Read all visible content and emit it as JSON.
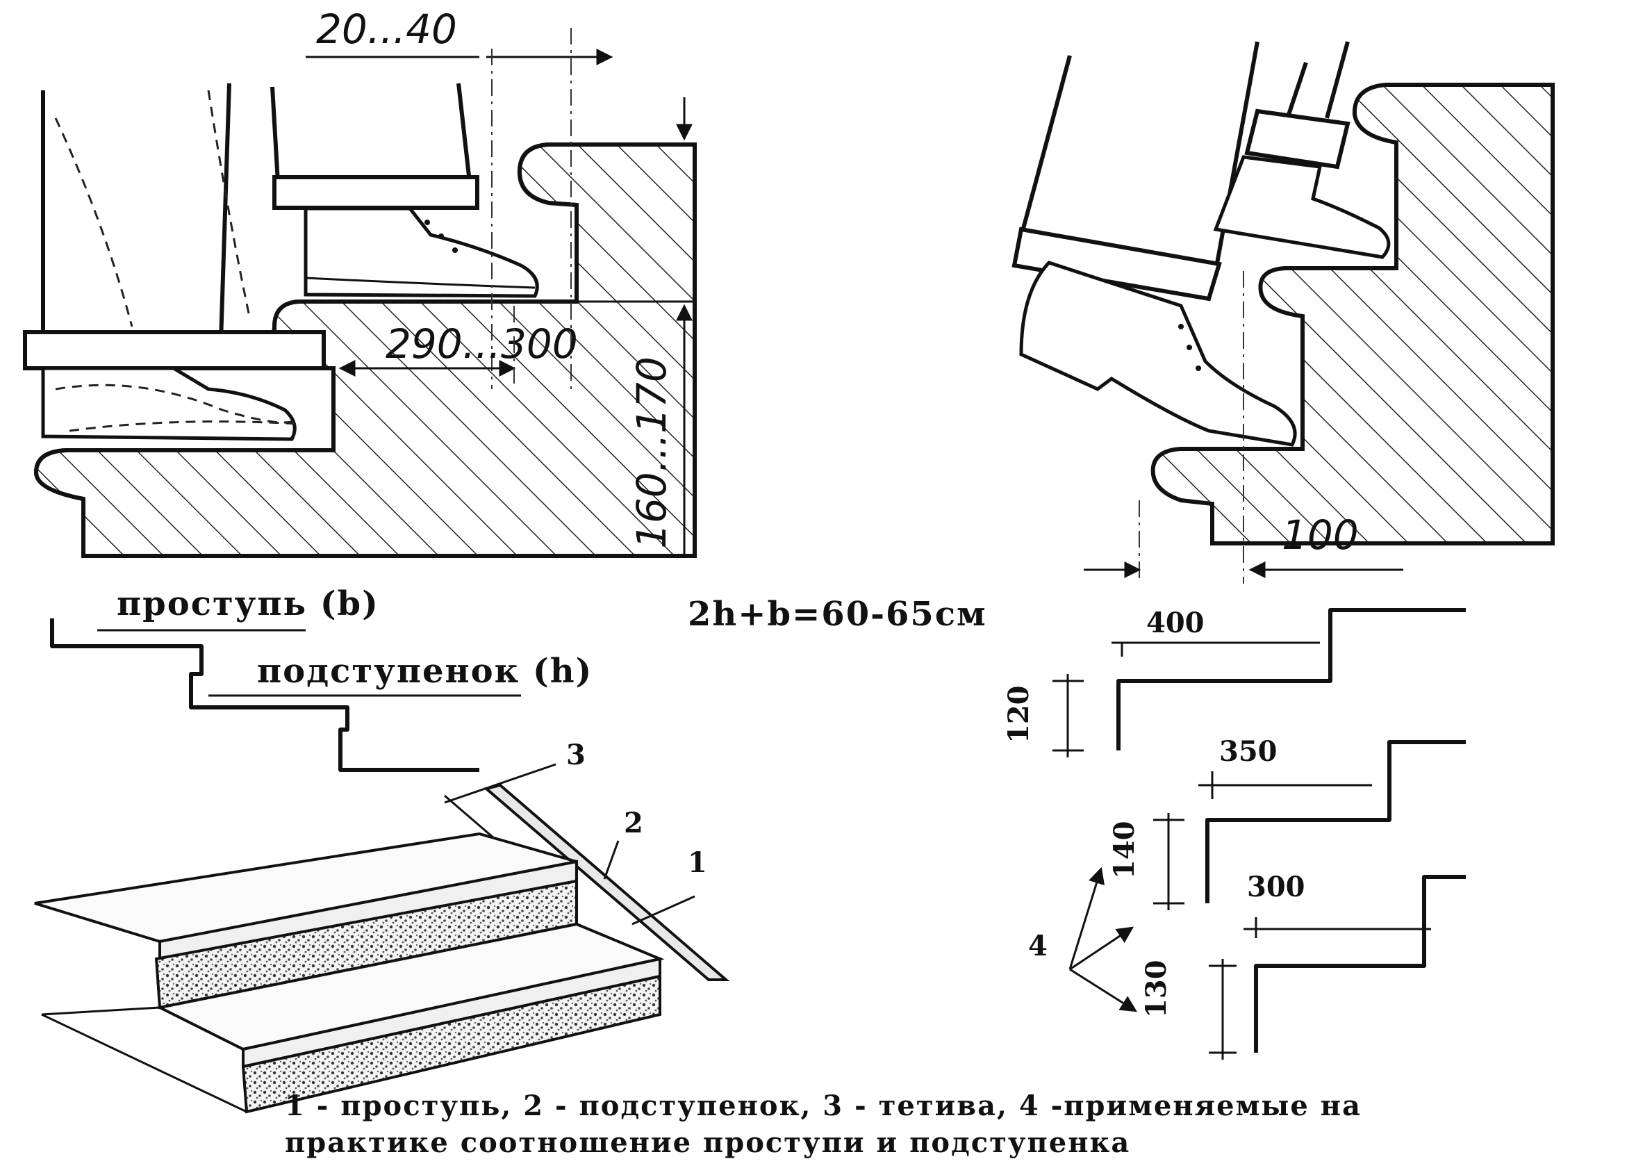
{
  "left_detail": {
    "nosing_offset_label": "20...40",
    "tread_label": "290...300",
    "riser_label": "160...170"
  },
  "right_detail": {
    "foot_overhang_label": "100"
  },
  "formula": "2h+b=60-65см",
  "profile_labels": {
    "tread": "проступь (b)",
    "riser": "подступенок (h)"
  },
  "stair_numbers": {
    "n1": "1",
    "n2": "2",
    "n3": "3"
  },
  "ratio_diagram": {
    "pair1": {
      "tread": "400",
      "riser": "120"
    },
    "pair2": {
      "tread": "350",
      "riser": "140"
    },
    "pair3": {
      "tread": "300",
      "riser": "130"
    },
    "marker": "4"
  },
  "caption": {
    "line1": "1 - проступь, 2 - подступенок, 3 - тетива, 4 -применяемые на",
    "line2": "практике соотношение проступи и подступенка"
  }
}
